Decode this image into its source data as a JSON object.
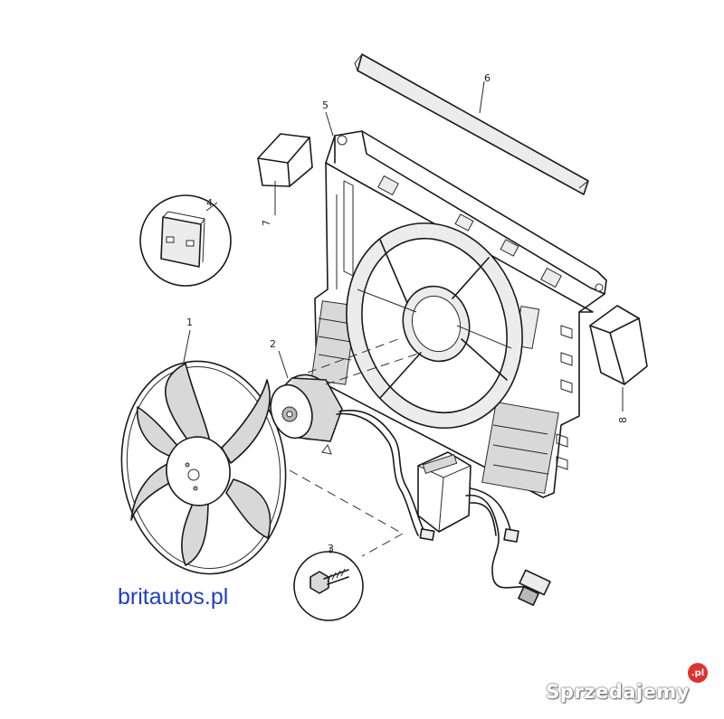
{
  "callouts": {
    "c1": "1",
    "c2": "2",
    "c3": "3",
    "c4": "4",
    "c5": "5",
    "c6": "6",
    "c7": "7",
    "c8": "8"
  },
  "watermark_text": "britautos.pl",
  "logo_text": "Sprzedajemy",
  "logo_badge": ".pl"
}
